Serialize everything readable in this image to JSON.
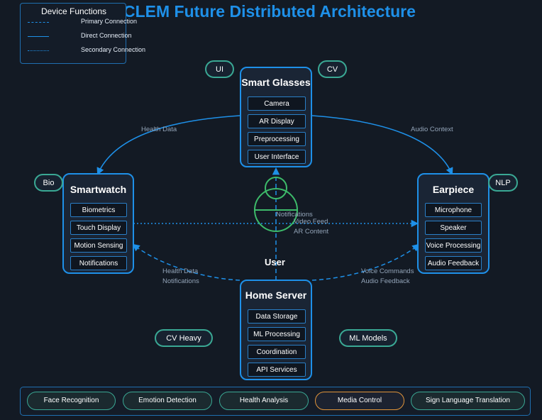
{
  "title": "CLEM Future Distributed Architecture",
  "legend": {
    "title": "Device Functions",
    "items": [
      {
        "label": "Primary Connection",
        "style": "dashed"
      },
      {
        "label": "Direct Connection",
        "style": "solid"
      },
      {
        "label": "Secondary Connection",
        "style": "dotted"
      }
    ]
  },
  "colors": {
    "background": "#131a24",
    "accent": "#1e90e8",
    "teal": "#3aa894",
    "user": "#3dbb6a",
    "orange": "#e0943a"
  },
  "devices": {
    "glasses": {
      "title": "Smart Glasses",
      "functions": [
        "Camera",
        "AR Display",
        "Preprocessing",
        "User Interface"
      ]
    },
    "watch": {
      "title": "Smartwatch",
      "functions": [
        "Biometrics",
        "Touch Display",
        "Motion Sensing",
        "Notifications"
      ]
    },
    "earpiece": {
      "title": "Earpiece",
      "functions": [
        "Microphone",
        "Speaker",
        "Voice Processing",
        "Audio Feedback"
      ]
    },
    "server": {
      "title": "Home Server",
      "functions": [
        "Data Storage",
        "ML Processing",
        "Coordination",
        "API Services"
      ]
    }
  },
  "capability_tags": {
    "ui": "UI",
    "cv": "CV",
    "bio": "Bio",
    "nlp": "NLP",
    "cv_heavy": "CV Heavy",
    "ml_models": "ML Models"
  },
  "user_label": "User",
  "connection_labels": {
    "health_data_top": "Health Data",
    "audio_context": "Audio Context",
    "notifications_center": "Notifications",
    "video_feed": "Video Feed",
    "ar_content": "AR Content",
    "health_data_bottom": "Health Data",
    "notifications_bottom": "Notifications",
    "voice_commands": "Voice Commands",
    "audio_feedback": "Audio Feedback"
  },
  "features": [
    {
      "label": "Face Recognition",
      "highlight": false
    },
    {
      "label": "Emotion Detection",
      "highlight": false
    },
    {
      "label": "Health Analysis",
      "highlight": false
    },
    {
      "label": "Media Control",
      "highlight": true
    },
    {
      "label": "Sign Language Translation",
      "highlight": false
    }
  ]
}
